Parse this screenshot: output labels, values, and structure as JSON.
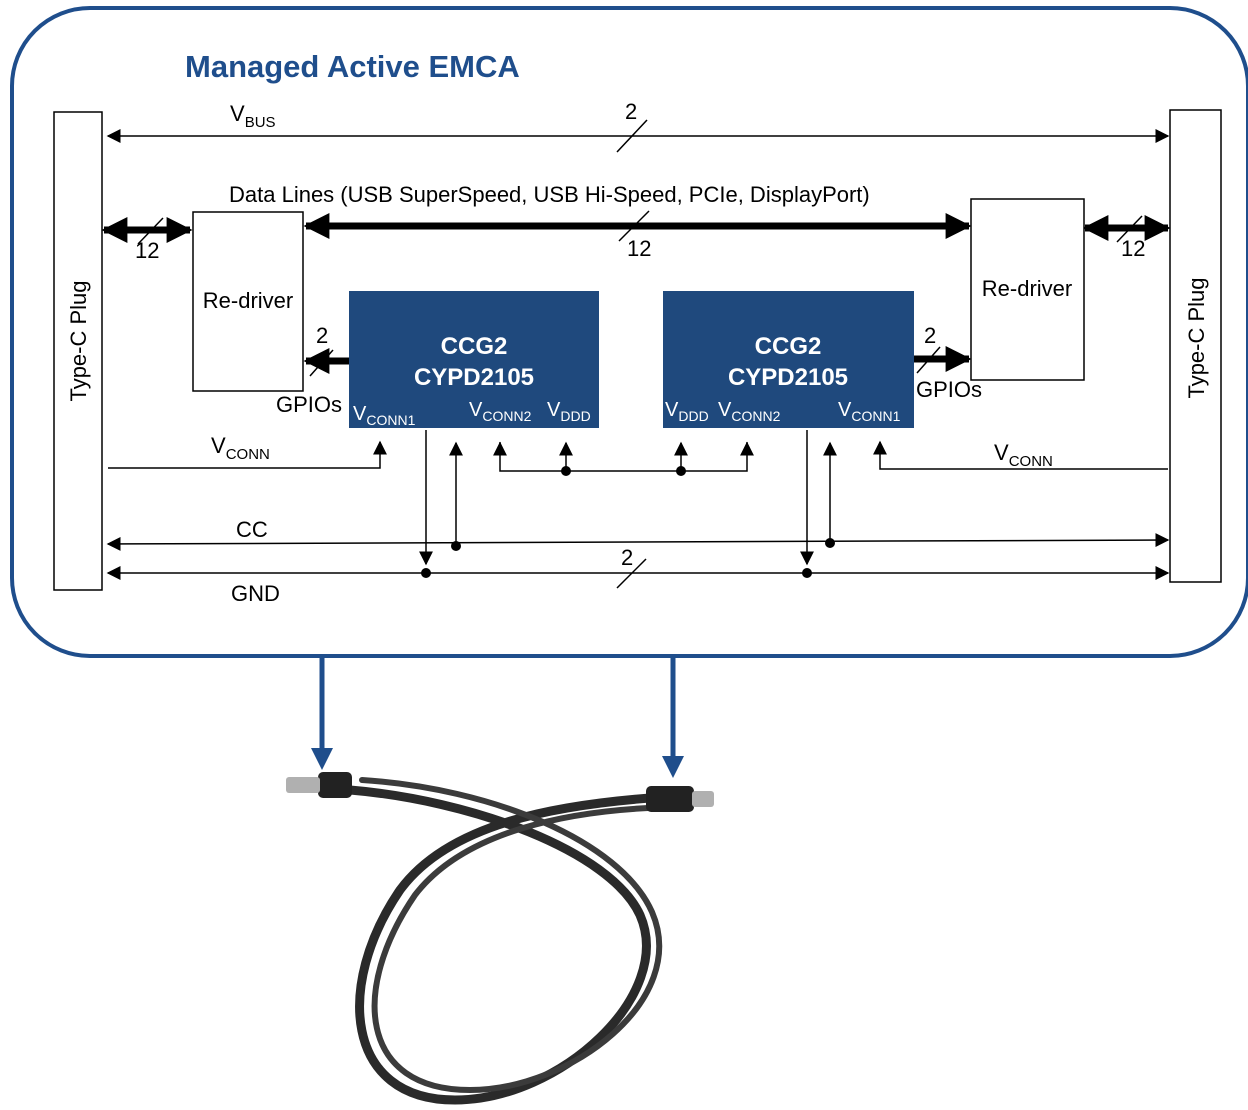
{
  "title": "Managed Active EMCA",
  "plug_left": "Type-C Plug",
  "plug_right": "Type-C Plug",
  "vbus": {
    "main": "V",
    "sub": "BUS",
    "count": "2"
  },
  "data_lines": {
    "label": "Data Lines (USB SuperSpeed, USB Hi-Speed, PCIe, DisplayPort)",
    "count": "12",
    "left_count": "12",
    "right_count": "12"
  },
  "redriver_left": "Re-driver",
  "redriver_right": "Re-driver",
  "gpio": {
    "left_label": "GPIOs",
    "right_label": "GPIOs",
    "left_count": "2",
    "right_count": "2"
  },
  "chip_left": {
    "line1": "CCG2",
    "line2": "CYPD2105"
  },
  "chip_right": {
    "line1": "CCG2",
    "line2": "CYPD2105"
  },
  "pins": {
    "v": "V",
    "conn1": "CONN1",
    "conn2": "CONN2",
    "ddd": "DDD"
  },
  "vconn_left": {
    "main": "V",
    "sub": "CONN"
  },
  "vconn_right": {
    "main": "V",
    "sub": "CONN"
  },
  "cc": "CC",
  "gnd": {
    "label": "GND",
    "count": "2"
  },
  "colors": {
    "accent": "#1f4e8c",
    "chip": "#1f497d",
    "line": "#000000",
    "cable": "#2a2a2a"
  }
}
